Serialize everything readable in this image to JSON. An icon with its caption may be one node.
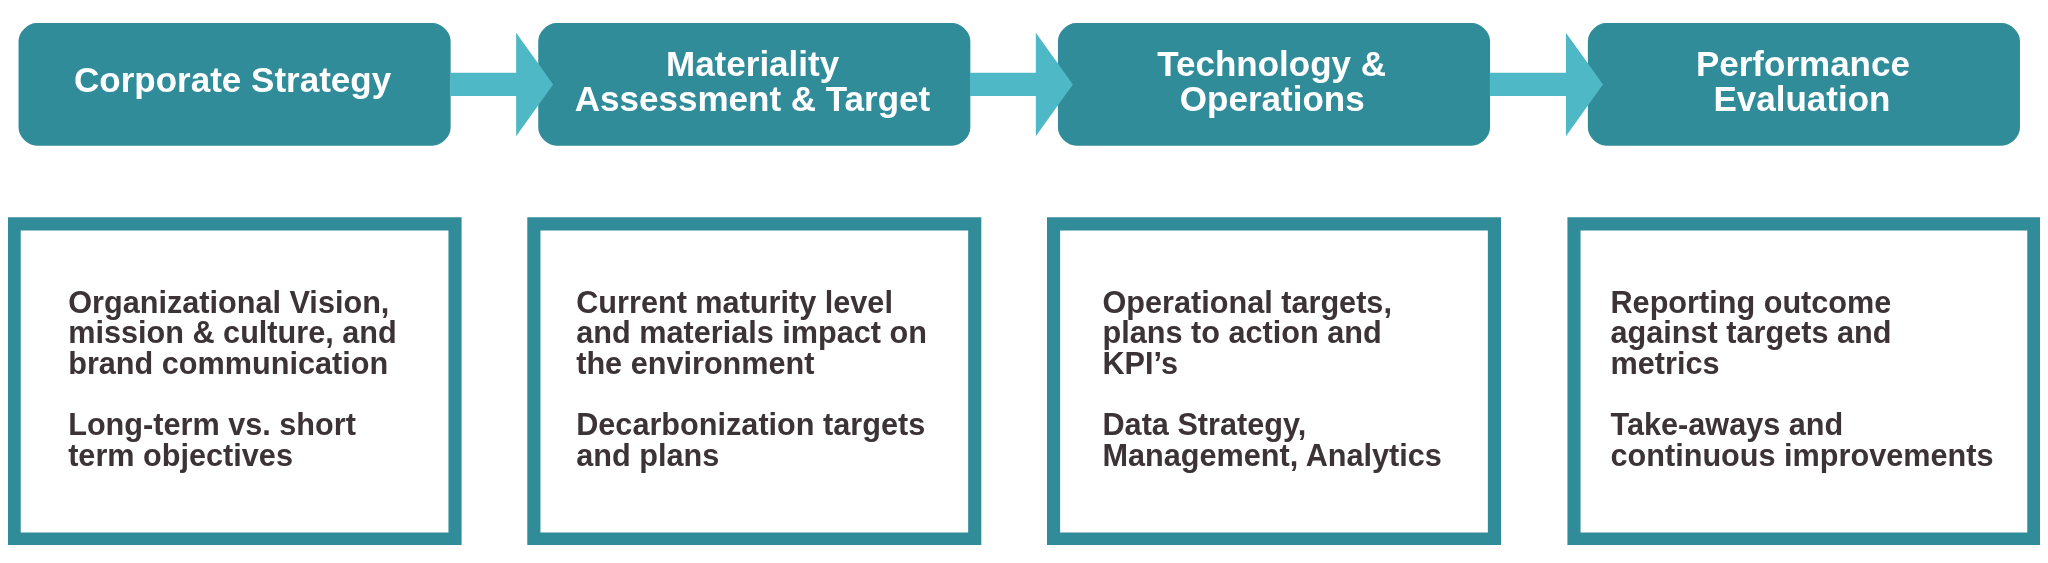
{
  "diagram": {
    "nodes": [
      {
        "text": [
          "Corporate Strategy"
        ]
      },
      {
        "text": [
          "Materiality Assessment & Target"
        ]
      },
      {
        "text": [
          "Technology & Operations"
        ]
      },
      {
        "text": [
          "Performance Evaluation"
        ]
      },
      {
        "text": [
          "Organizational Vision, mission & culture, and brand communication",
          "Long-term vs. short term objectives"
        ]
      },
      {
        "text": [
          "Current maturity level and materials impact on the environment",
          "Decarbonization targets and plans"
        ]
      },
      {
        "text": [
          "Operational targets, plans to action and KPI’s",
          "Data Strategy, Management, Analytics"
        ]
      },
      {
        "text": [
          "Reporting outcome against targets and metrics",
          "Take-aways and continuous improvements"
        ]
      }
    ],
    "edges": [
      {
        "from": 0,
        "to": 1,
        "arrow": "to"
      },
      {
        "from": 1,
        "to": 2,
        "arrow": "to"
      },
      {
        "from": 2,
        "to": 3,
        "arrow": "to"
      }
    ]
  }
}
